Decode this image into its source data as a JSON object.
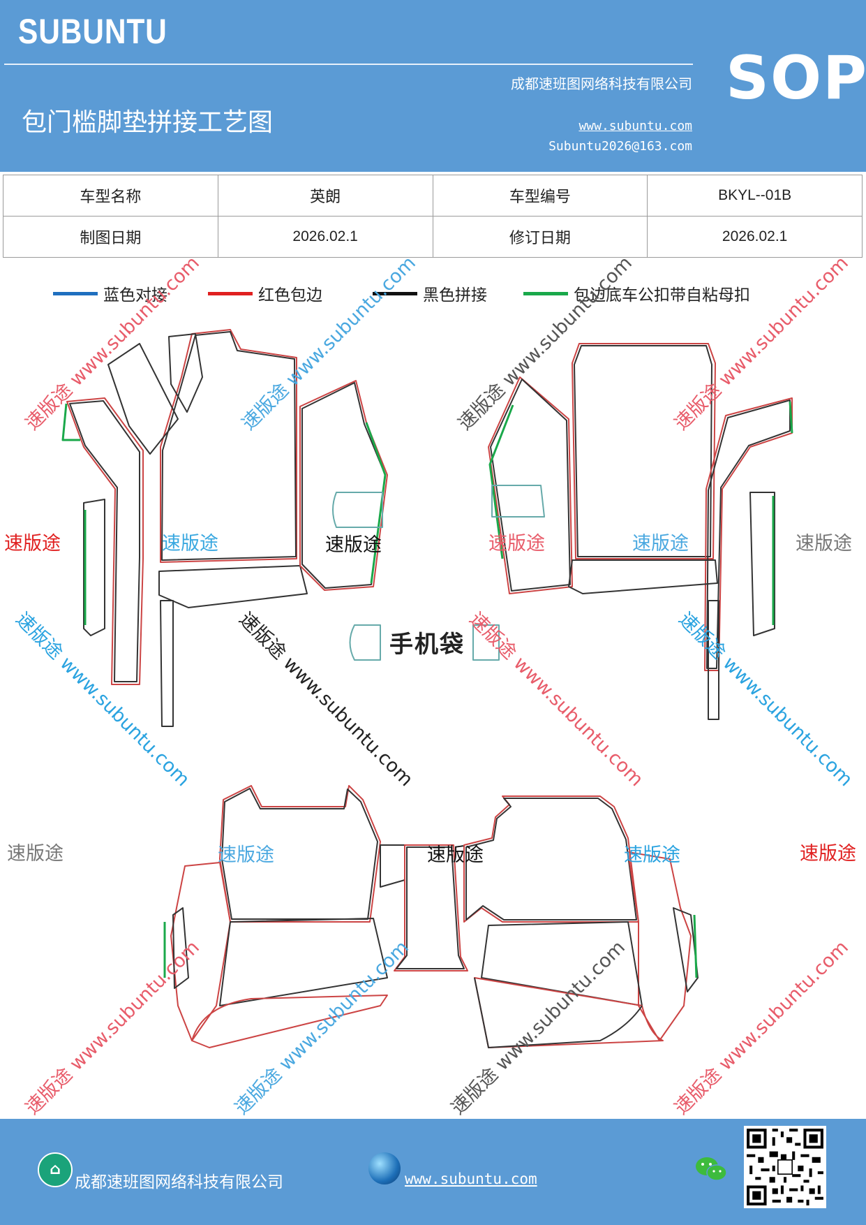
{
  "header": {
    "brand": "SUBUNTU",
    "company": "成都速班图网络科技有限公司",
    "title": "包门槛脚垫拼接工艺图",
    "website": "www.subuntu.com",
    "email": "Subuntu2026@163.com",
    "doc_type": "SOP"
  },
  "info_table": {
    "row1": {
      "label1": "车型名称",
      "value1": "英朗",
      "label2": "车型编号",
      "value2": "BKYL--01B"
    },
    "row2": {
      "label1": "制图日期",
      "value1": "2026.02.1",
      "label2": "修订日期",
      "value2": "2026.02.1"
    }
  },
  "legend": [
    {
      "label": "蓝色对接",
      "color": "#1f6fbf"
    },
    {
      "label": "红色包边",
      "color": "#e02020"
    },
    {
      "label": "黑色拼接",
      "color": "#111111"
    },
    {
      "label": "包边底车公扣带自粘母扣",
      "color": "#1aa84a"
    }
  ],
  "diagram": {
    "pocket_label": "手机袋",
    "watermark_brand": "速版途",
    "watermark_site": "速版途 www.subuntu.com"
  },
  "footer": {
    "company": "成都速班图网络科技有限公司",
    "website": "www.subuntu.com"
  }
}
